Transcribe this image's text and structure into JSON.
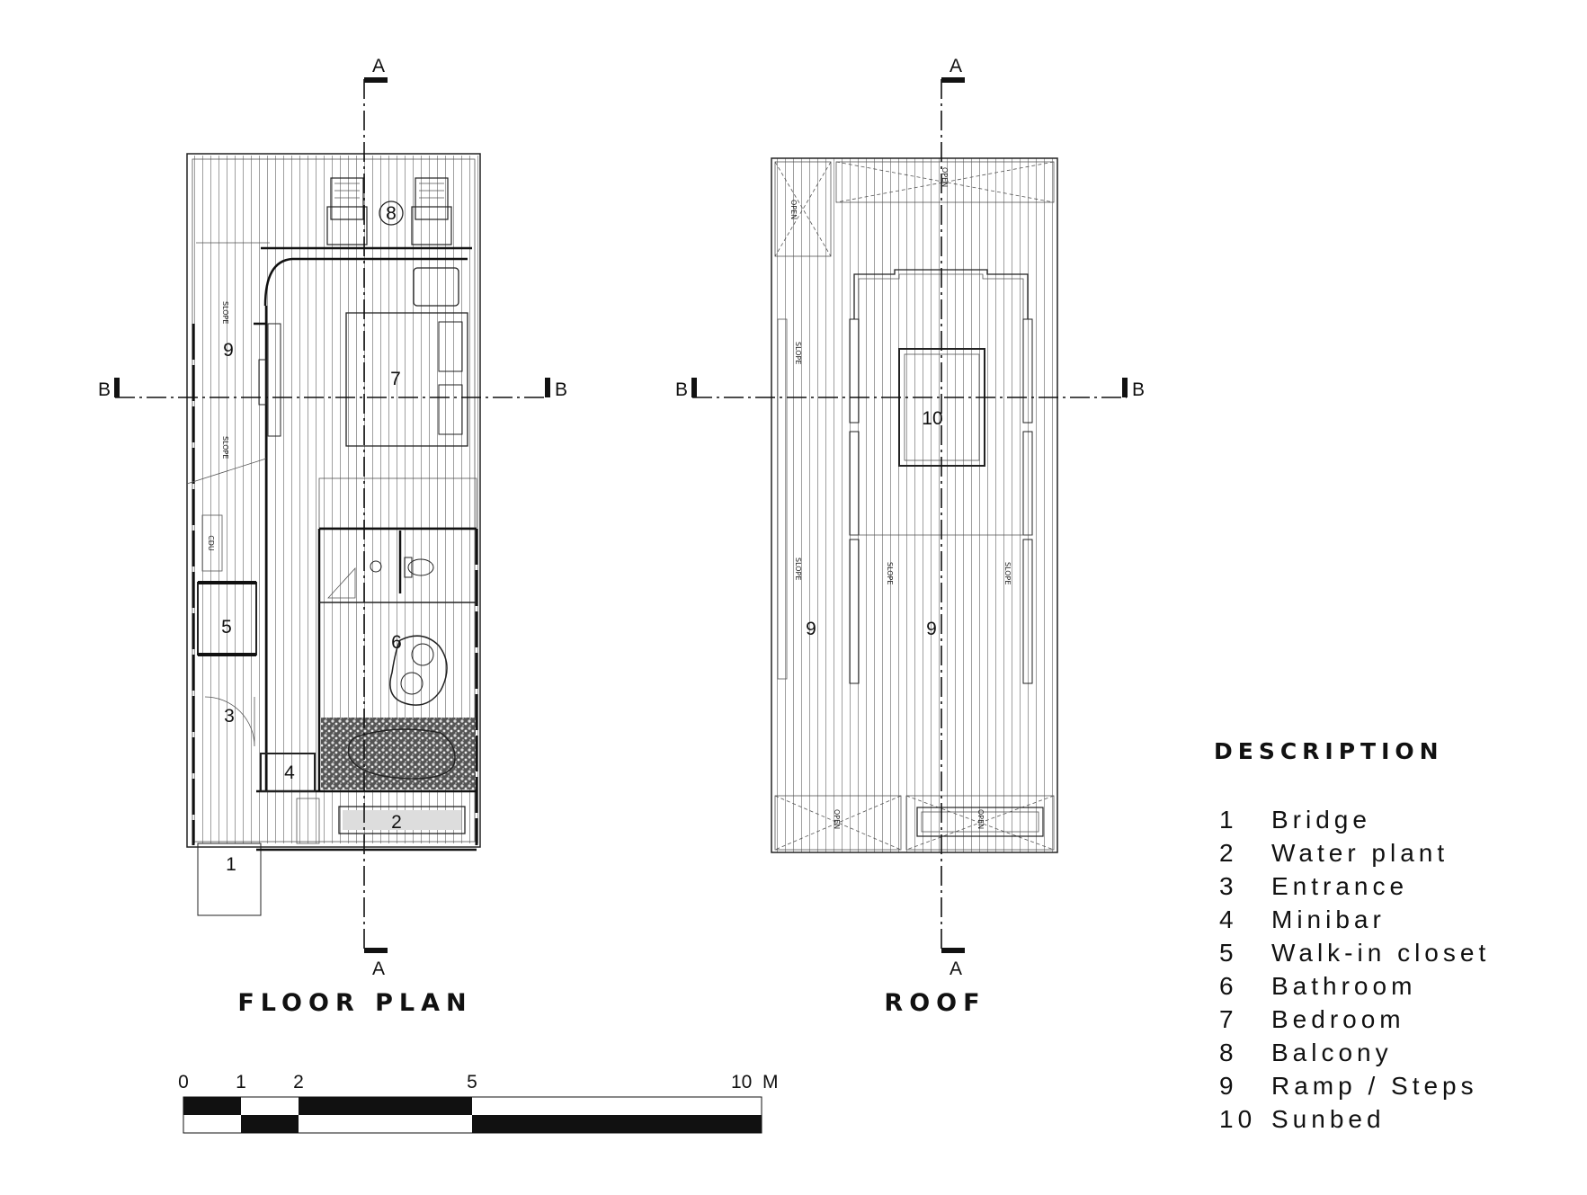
{
  "floor_plan": {
    "title": "FLOOR  PLAN",
    "room_numbers": [
      "1",
      "2",
      "3",
      "4",
      "5",
      "6",
      "7",
      "8",
      "9"
    ],
    "annotations": [
      "SLOPE",
      "SLOPE",
      "CDU"
    ]
  },
  "roof": {
    "title": "ROOF",
    "room_numbers": [
      "10",
      "9",
      "9"
    ],
    "annotations": [
      "OPEN",
      "OPEN",
      "OPEN",
      "OPEN",
      "SLOPE",
      "SLOPE",
      "SLOPE",
      "SLOPE"
    ]
  },
  "section_markers": {
    "a": "A",
    "b": "B"
  },
  "scale_bar": {
    "labels": [
      "0",
      "1",
      "2",
      "5",
      "10  M"
    ]
  },
  "description": {
    "heading": "DESCRIPTION",
    "items": [
      {
        "num": "1",
        "label": "Bridge"
      },
      {
        "num": "2",
        "label": "Water plant"
      },
      {
        "num": "3",
        "label": "Entrance"
      },
      {
        "num": "4",
        "label": "Minibar"
      },
      {
        "num": "5",
        "label": "Walk-in closet"
      },
      {
        "num": "6",
        "label": "Bathroom"
      },
      {
        "num": "7",
        "label": "Bedroom"
      },
      {
        "num": "8",
        "label": "Balcony"
      },
      {
        "num": "9",
        "label": "Ramp / Steps"
      },
      {
        "num": "10",
        "label": "Sunbed"
      }
    ]
  }
}
